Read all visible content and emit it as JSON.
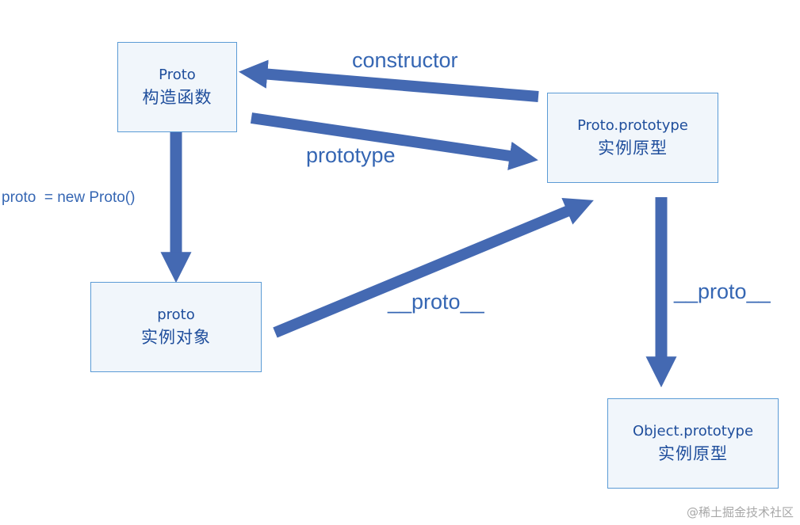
{
  "colors": {
    "arrow": "#4469b2",
    "box_border": "#5b9bd5",
    "box_fill": "#f1f6fb",
    "text": "#1f4e9c"
  },
  "nodes": {
    "proto_constructor": {
      "line1": "Proto",
      "line2": "构造函数"
    },
    "proto_prototype": {
      "line1": "Proto.prototype",
      "line2": "实例原型"
    },
    "instance": {
      "line1": "proto",
      "line2": "实例对象"
    },
    "object_prototype": {
      "line1": "Object.prototype",
      "line2": "实例原型"
    }
  },
  "edges": {
    "constructor": "constructor",
    "prototype": "prototype",
    "new_instance": "proto  = new Proto()",
    "instance_proto": "__proto__",
    "prototype_proto": "__proto__"
  },
  "watermark": "@稀土掘金技术社区"
}
